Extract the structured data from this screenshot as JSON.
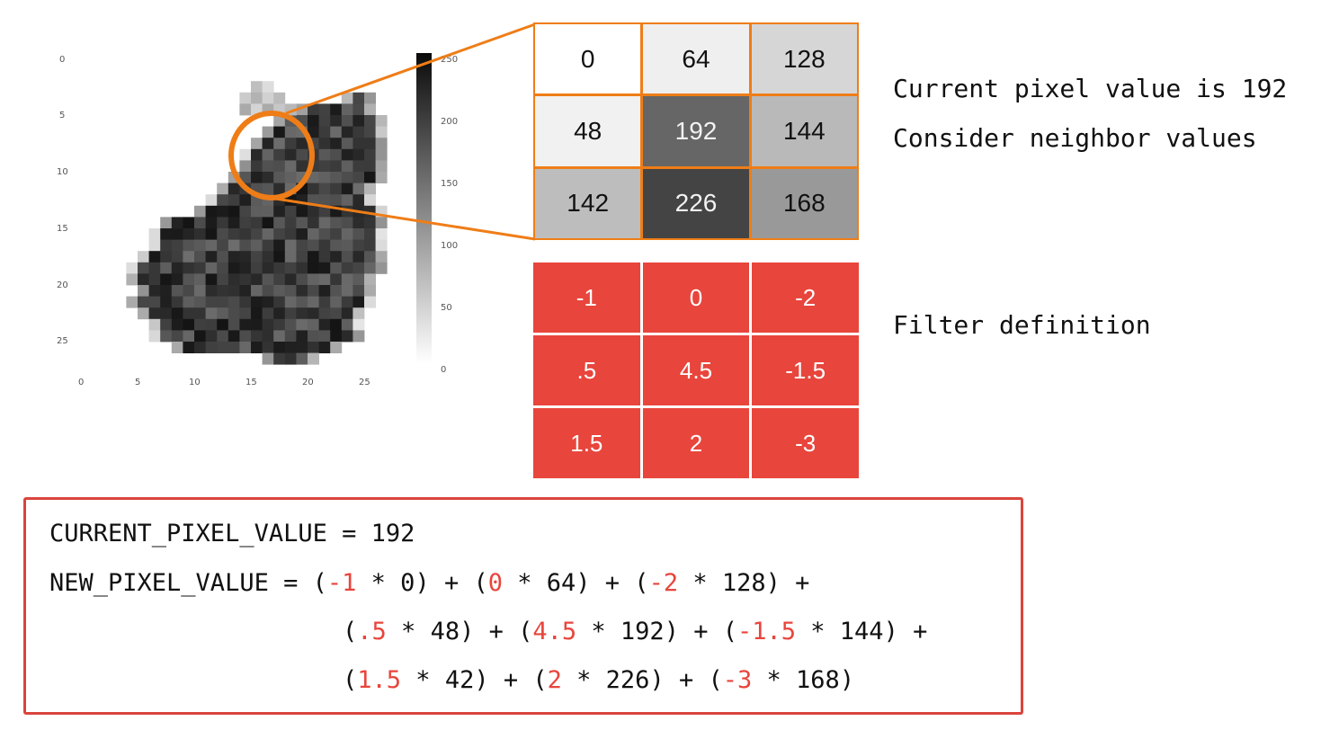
{
  "shoe_image": {
    "y_ticks": [
      "0",
      "5",
      "10",
      "15",
      "20",
      "25"
    ],
    "x_ticks": [
      "0",
      "5",
      "10",
      "15",
      "20",
      "25"
    ],
    "colorbar_ticks": [
      "250",
      "200",
      "150",
      "100",
      "50",
      "0"
    ]
  },
  "pixel_grid": {
    "cells": [
      {
        "text": "0",
        "fill": "#ffffff",
        "color": "#111111"
      },
      {
        "text": "64",
        "fill": "#efefef",
        "color": "#111111"
      },
      {
        "text": "128",
        "fill": "#d6d6d6",
        "color": "#111111"
      },
      {
        "text": "48",
        "fill": "#f1f1f1",
        "color": "#111111"
      },
      {
        "text": "192",
        "fill": "#666666",
        "color": "#f2f2f2"
      },
      {
        "text": "144",
        "fill": "#b9b9b9",
        "color": "#111111"
      },
      {
        "text": "142",
        "fill": "#bdbdbd",
        "color": "#111111"
      },
      {
        "text": "226",
        "fill": "#444444",
        "color": "#f2f2f2"
      },
      {
        "text": "168",
        "fill": "#999999",
        "color": "#111111"
      }
    ]
  },
  "filter_grid": {
    "cells": [
      "-1",
      "0",
      "-2",
      ".5",
      "4.5",
      "-1.5",
      "1.5",
      "2",
      "-3"
    ]
  },
  "captions": {
    "current": "Current pixel value is 192",
    "neighbors": "Consider neighbor values",
    "filter": "Filter definition"
  },
  "code": {
    "line1": "CURRENT_PIXEL_VALUE = 192",
    "line2_prefix": "NEW_PIXEL_VALUE = ",
    "line2_terms": [
      {
        "weight": "-1",
        "pixel": "0"
      },
      {
        "weight": "0",
        "pixel": "64"
      },
      {
        "weight": "-2",
        "pixel": "128"
      }
    ],
    "line3_terms": [
      {
        "weight": ".5",
        "pixel": "48"
      },
      {
        "weight": "4.5",
        "pixel": "192"
      },
      {
        "weight": "-1.5",
        "pixel": "144"
      }
    ],
    "line4_terms": [
      {
        "weight": "1.5",
        "pixel": "42"
      },
      {
        "weight": "2",
        "pixel": "226"
      },
      {
        "weight": "-3",
        "pixel": "168"
      }
    ]
  },
  "colors": {
    "accent_orange": "#ef7d17",
    "filter_red": "#e8453c",
    "code_border": "#d9453d"
  }
}
